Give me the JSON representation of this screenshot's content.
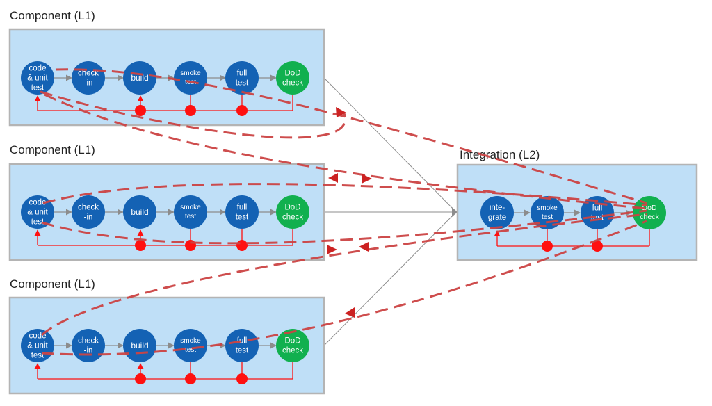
{
  "colors": {
    "panel_fill": "#bfdff7",
    "panel_border": "#b4b4b4",
    "stage_blue": "#1462b4",
    "stage_green": "#11b04f",
    "arrow_gray": "#8c8c8c",
    "feedback_red": "#ff1010",
    "dashed_red": "#cc4444"
  },
  "groups": [
    {
      "label": "Component (L1)",
      "stages": [
        {
          "lines": [
            "code",
            "& unit",
            "test"
          ],
          "kind": "blue"
        },
        {
          "lines": [
            "check",
            "-in"
          ],
          "kind": "blue"
        },
        {
          "lines": [
            "build"
          ],
          "kind": "blue"
        },
        {
          "lines": [
            "smoke",
            "test"
          ],
          "kind": "blue"
        },
        {
          "lines": [
            "full",
            "test"
          ],
          "kind": "blue"
        },
        {
          "lines": [
            "DoD",
            "check"
          ],
          "kind": "green"
        }
      ]
    },
    {
      "label": "Component (L1)",
      "stages": [
        {
          "lines": [
            "code",
            "& unit",
            "test"
          ],
          "kind": "blue"
        },
        {
          "lines": [
            "check",
            "-in"
          ],
          "kind": "blue"
        },
        {
          "lines": [
            "build"
          ],
          "kind": "blue"
        },
        {
          "lines": [
            "smoke",
            "test"
          ],
          "kind": "blue"
        },
        {
          "lines": [
            "full",
            "test"
          ],
          "kind": "blue"
        },
        {
          "lines": [
            "DoD",
            "check"
          ],
          "kind": "green"
        }
      ]
    },
    {
      "label": "Component (L1)",
      "stages": [
        {
          "lines": [
            "code",
            "& unit",
            "test"
          ],
          "kind": "blue"
        },
        {
          "lines": [
            "check",
            "-in"
          ],
          "kind": "blue"
        },
        {
          "lines": [
            "build"
          ],
          "kind": "blue"
        },
        {
          "lines": [
            "smoke",
            "test"
          ],
          "kind": "blue"
        },
        {
          "lines": [
            "full",
            "test"
          ],
          "kind": "blue"
        },
        {
          "lines": [
            "DoD",
            "check"
          ],
          "kind": "green"
        }
      ]
    },
    {
      "label": "Integration (L2)",
      "stages": [
        {
          "lines": [
            "inte-",
            "grate"
          ],
          "kind": "blue"
        },
        {
          "lines": [
            "smoke",
            "test"
          ],
          "kind": "blue"
        },
        {
          "lines": [
            "full",
            "test"
          ],
          "kind": "blue"
        },
        {
          "lines": [
            "DoD",
            "check"
          ],
          "kind": "green"
        }
      ]
    }
  ]
}
